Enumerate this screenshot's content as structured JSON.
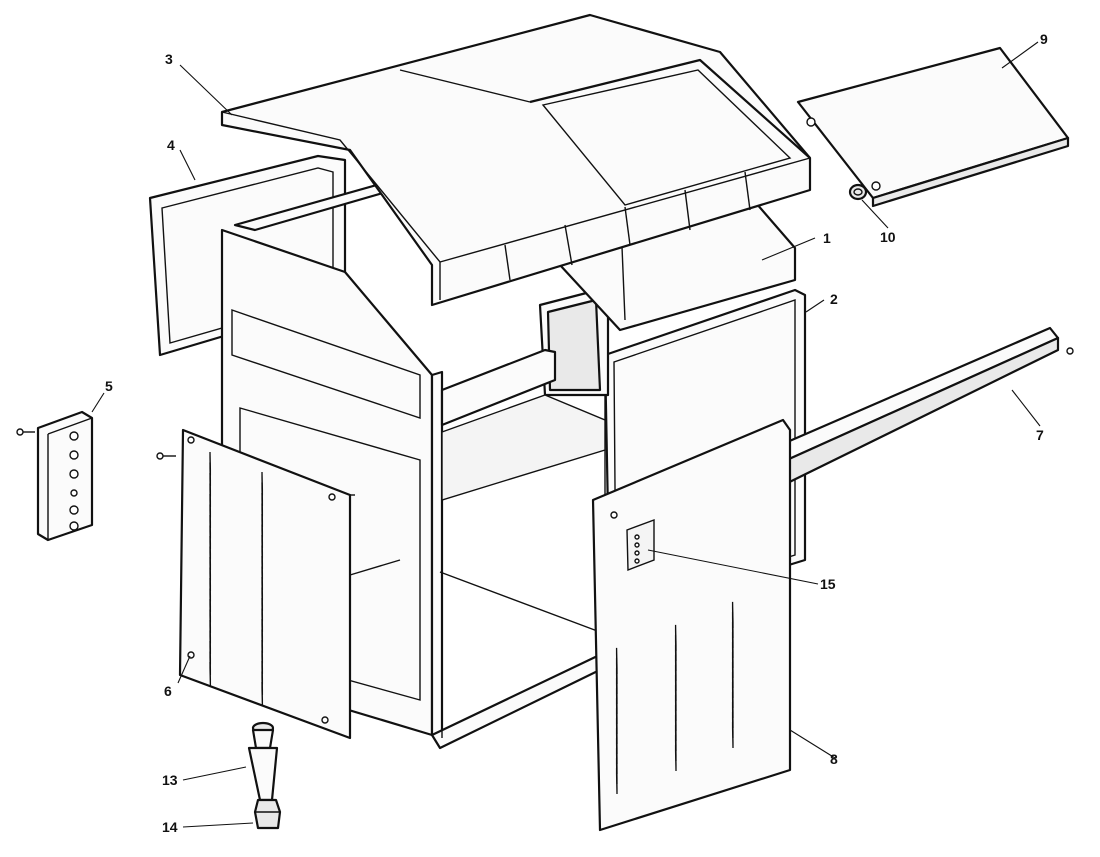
{
  "callouts": [
    {
      "id": "c1",
      "label": "1"
    },
    {
      "id": "c2",
      "label": "2"
    },
    {
      "id": "c3",
      "label": "3"
    },
    {
      "id": "c4",
      "label": "4"
    },
    {
      "id": "c5",
      "label": "5"
    },
    {
      "id": "c6",
      "label": "6"
    },
    {
      "id": "c7",
      "label": "7"
    },
    {
      "id": "c8",
      "label": "8"
    },
    {
      "id": "c9",
      "label": "9"
    },
    {
      "id": "c10",
      "label": "10"
    },
    {
      "id": "c13",
      "label": "13"
    },
    {
      "id": "c14",
      "label": "14"
    },
    {
      "id": "c15",
      "label": "15"
    }
  ]
}
